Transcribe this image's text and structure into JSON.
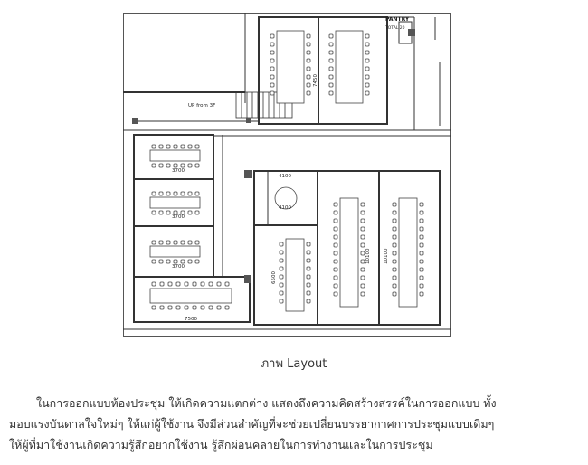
{
  "figure": {
    "labels": {
      "pantry": "PANTRY",
      "pantry_total": "TOTAL 20",
      "up_from": "UP from 3F",
      "dim_4100_a": "4100",
      "dim_4100_b": "4100",
      "dim_10100_a": "10100",
      "dim_10100_b": "10100",
      "dim_6500": "6500",
      "dim_7450": "7450",
      "dim_3700_a": "3700",
      "dim_3700_b": "3700",
      "dim_3700_c": "3700",
      "dim_7500": "7500"
    }
  },
  "caption": "ภาพ Layout",
  "paragraph": {
    "line1": "ในการออกแบบห้องประชุม ให้เกิดความแตกต่าง แสดงถึงความคิดสร้างสรรค์ในการออกแบบ ทั้ง",
    "line2": "มอบแรงบันดาลใจใหม่ๆ ให้แก่ผู้ใช้งาน  จึงมีส่วนสำคัญที่จะช่วยเปลี่ยนบรรยากาศการประชุมแบบเดิมๆ",
    "line3": "ให้ผู้ที่มาใช้งานเกิดความรู้สึกอยากใช้งาน รู้สึกผ่อนคลายในการทำงานและในการประชุม"
  }
}
